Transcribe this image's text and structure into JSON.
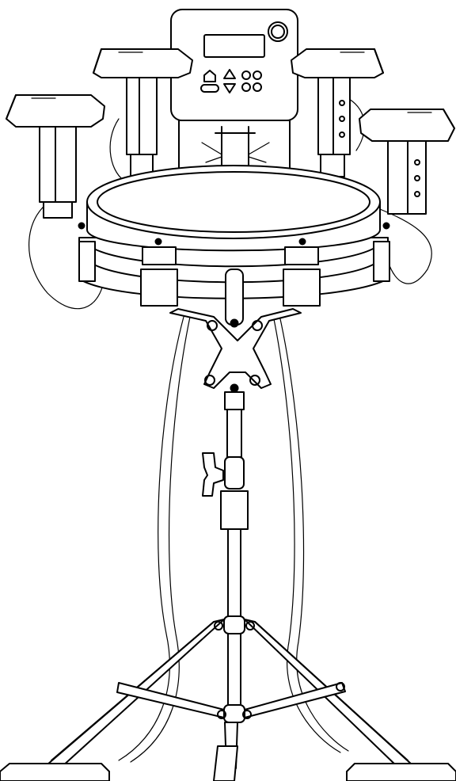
{
  "illustration": {
    "subject": "electronic-drum-kit-on-stand",
    "line_color": "#000000",
    "background": "#ffffff",
    "parts": [
      "drum-module",
      "module-display",
      "module-knob",
      "module-buttons",
      "pad-far-left",
      "pad-left",
      "pad-right",
      "pad-far-right",
      "snare-pad",
      "snare-clamp-mount",
      "stand-center-pole",
      "height-wing-nut",
      "tripod-legs",
      "tripod-feet",
      "pad-cables"
    ]
  }
}
